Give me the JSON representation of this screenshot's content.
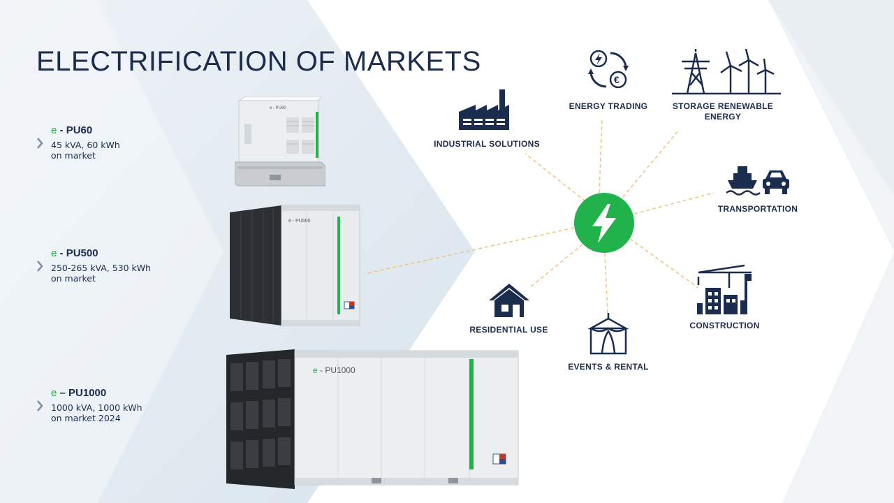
{
  "slide": {
    "title": "ELECTRIFICATION OF MARKETS"
  },
  "products": [
    {
      "prefix": "e",
      "sep": " - ",
      "model": "PU60",
      "spec": "45 kVA, 60 kWh",
      "status": "on market"
    },
    {
      "prefix": "e",
      "sep": " - ",
      "model": "PU500",
      "spec": "250-265 kVA, 530 kWh",
      "status": "on market"
    },
    {
      "prefix": "e",
      "sep": " – ",
      "model": "PU1000",
      "spec": "1000 kVA, 1000 kWh",
      "status": "on market  2024"
    }
  ],
  "units": {
    "pu60_label": "e - PU60",
    "pu500_label": "e - PU500",
    "pu1000_prefix": "e",
    "pu1000_label": "- PU1000"
  },
  "markets": [
    {
      "label": "INDUSTRIAL SOLUTIONS",
      "icon": "factory-icon"
    },
    {
      "label": "ENERGY TRADING",
      "icon": "energy-trading-icon"
    },
    {
      "label": "STORAGE RENEWABLE",
      "label2": "ENERGY",
      "icon": "renewable-icon"
    },
    {
      "label": "TRANSPORTATION",
      "icon": "transport-icon"
    },
    {
      "label": "CONSTRUCTION",
      "icon": "construction-icon"
    },
    {
      "label": "EVENTS & RENTAL",
      "icon": "tent-icon"
    },
    {
      "label": "RESIDENTIAL USE",
      "icon": "house-icon"
    }
  ],
  "hub": {
    "icon": "lightning-icon"
  },
  "colors": {
    "navy": "#1b2d4f",
    "green": "#21b24b",
    "dash": "#f3c27a",
    "bg_chevron": "#dde7ef"
  }
}
